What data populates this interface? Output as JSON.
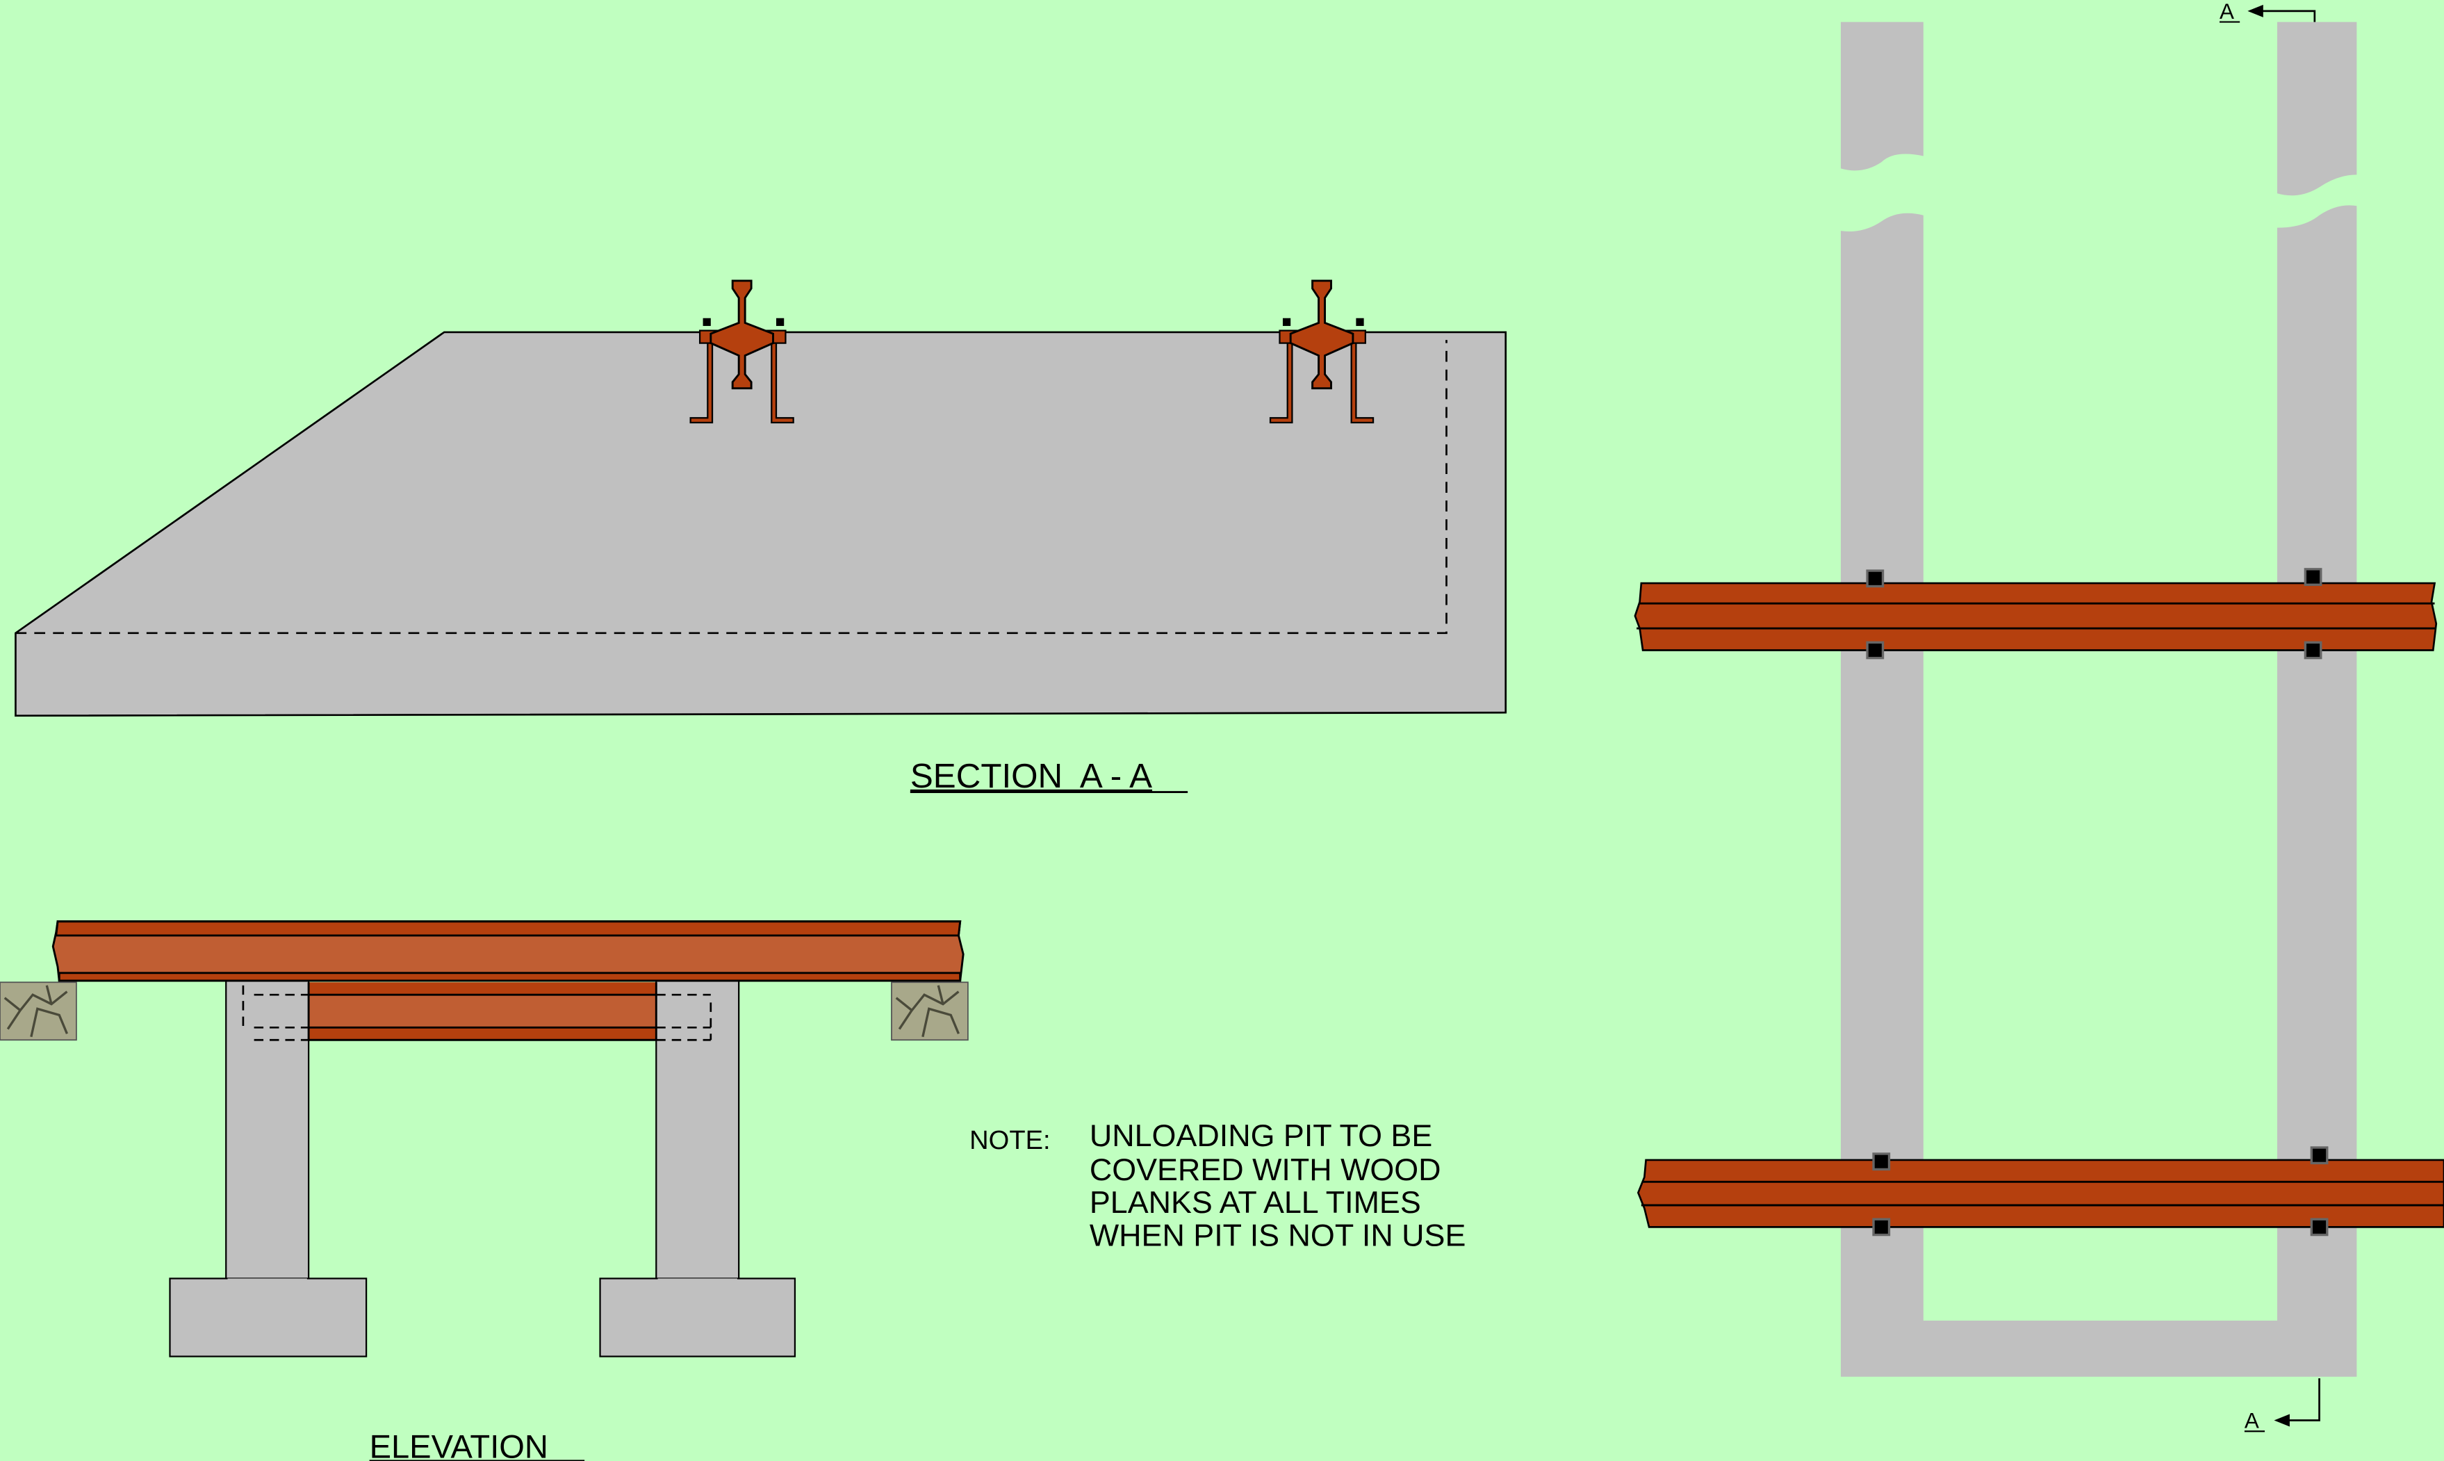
{
  "section": {
    "title": "SECTION  A - A"
  },
  "elevation": {
    "title": "ELEVATION"
  },
  "note": {
    "label": "NOTE:",
    "lines": [
      "UNLOADING PIT TO BE",
      "COVERED WITH WOOD",
      "PLANKS AT ALL TIMES",
      "WHEN PIT IS NOT IN USE"
    ]
  },
  "plan": {
    "section_marker_top": "A",
    "section_marker_bottom": "A"
  },
  "colors": {
    "background": "#c0ffc0",
    "concrete": "#c0c0c0",
    "wood_dark": "#b5400e",
    "wood_light": "#c05e33"
  }
}
